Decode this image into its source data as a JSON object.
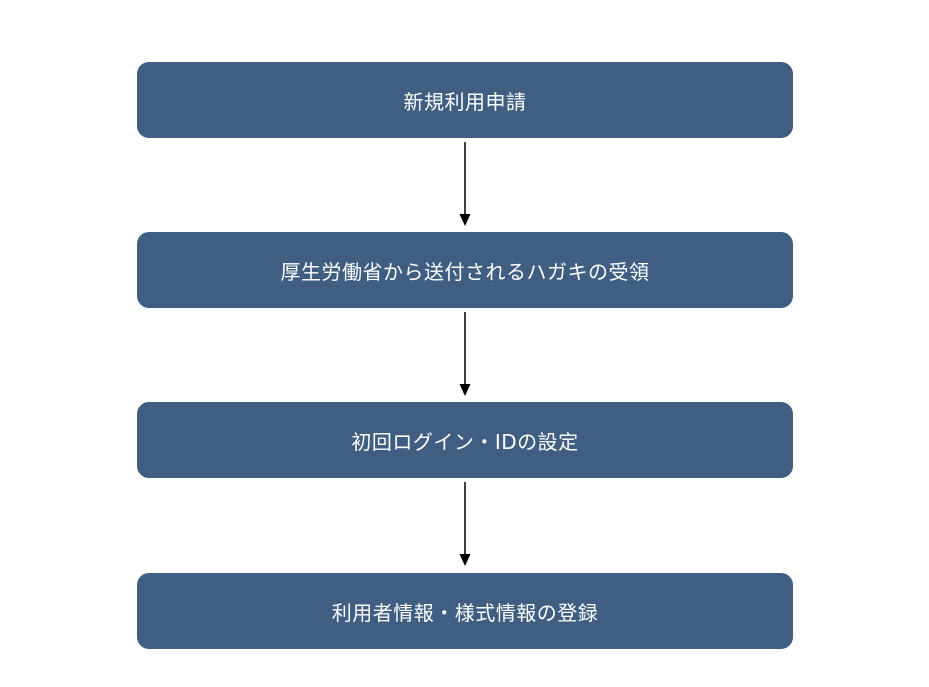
{
  "flow": {
    "steps": [
      {
        "label": "新規利用申請"
      },
      {
        "label": "厚生労働省から送付されるハガキの受領"
      },
      {
        "label": "初回ログイン・IDの設定"
      },
      {
        "label": "利用者情報・様式情報の登録"
      }
    ]
  },
  "colors": {
    "box_fill": "#3f5e82",
    "box_text": "#ffffff",
    "arrow": "#000000"
  }
}
